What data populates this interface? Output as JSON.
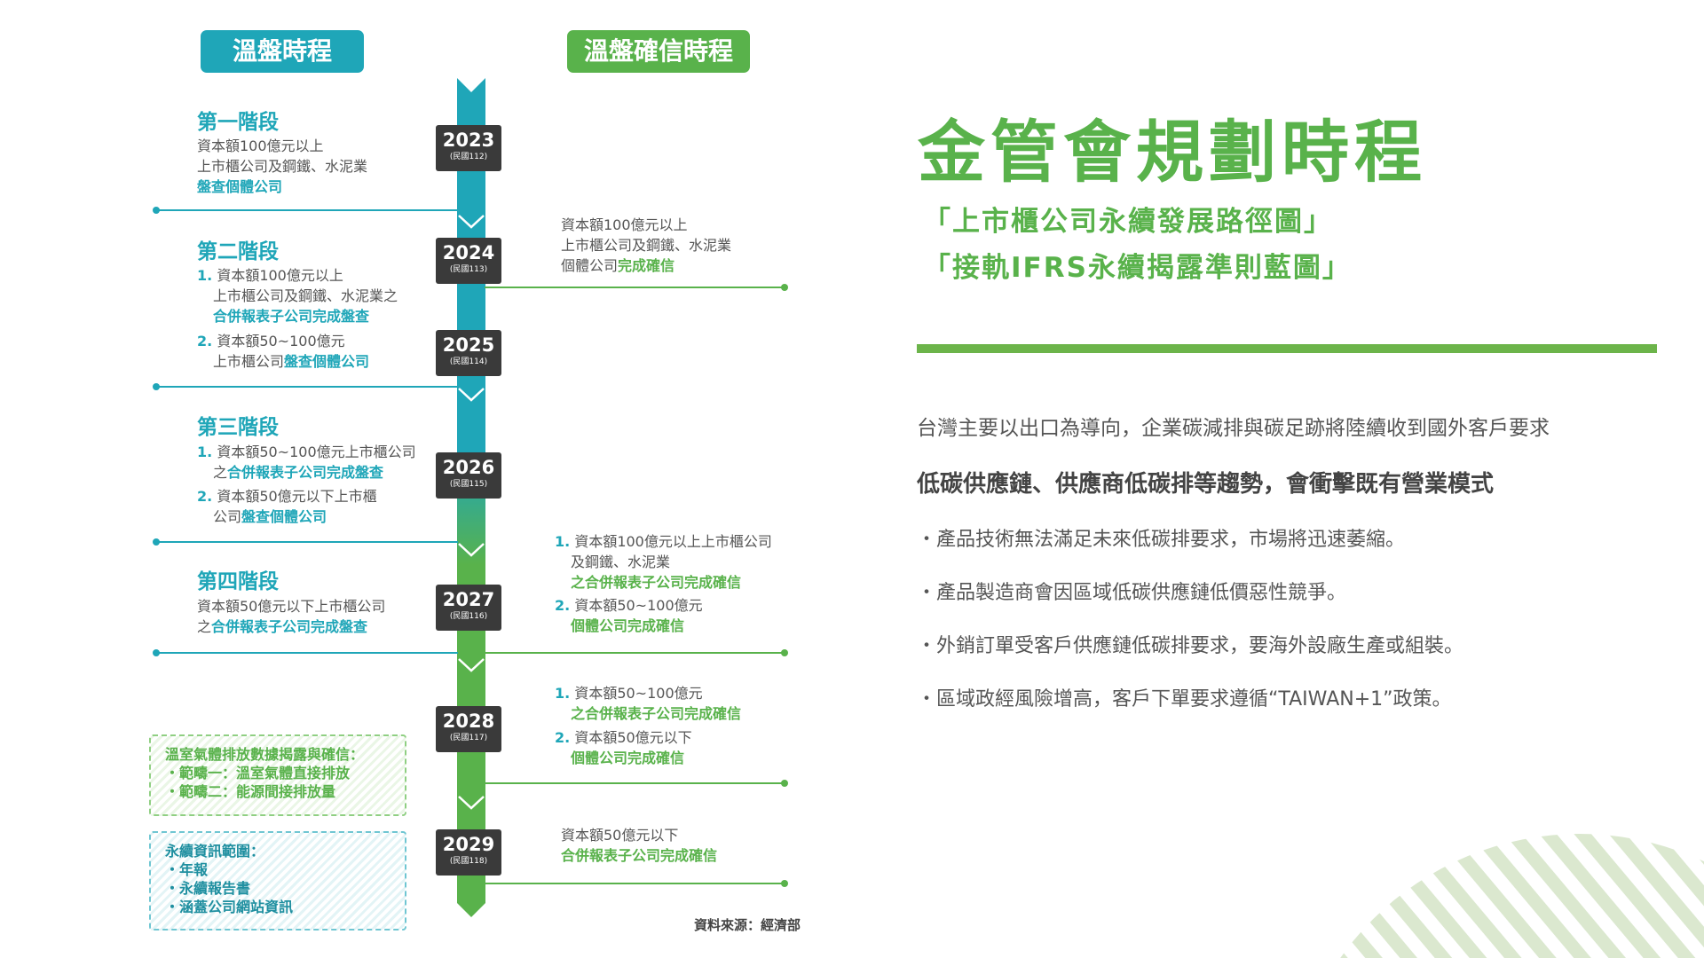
{
  "colors": {
    "teal": "#1fa6b8",
    "green": "#59b24b",
    "dark_label": "#3a3a3a",
    "gray_text": "#555555"
  },
  "left_header": "溫盤時程",
  "right_header": "溫盤確信時程",
  "stages": [
    {
      "title": "第一階段",
      "line1": "資本額100億元以上",
      "line2": "上市櫃公司及鋼鐵、水泥業",
      "line3": "盤查個體公司"
    },
    {
      "title": "第二階段",
      "item1_num": "1.",
      "item1_line1": "資本額100億元以上",
      "item1_line2": "上市櫃公司及鋼鐵、水泥業之",
      "item1_line3": "合併報表子公司完成盤查",
      "item2_num": "2.",
      "item2_line1": "資本額50~100億元",
      "item2_line2a": "上市櫃公司",
      "item2_line2b": "盤查個體公司"
    },
    {
      "title": "第三階段",
      "item1_num": "1.",
      "item1_line1": "資本額50~100億元上市櫃公司",
      "item1_line2a": "之",
      "item1_line2b": "合併報表子公司完成盤查",
      "item2_num": "2.",
      "item2_line1": "資本額50億元以下上市櫃",
      "item2_line2a": "公司",
      "item2_line2b": "盤查個體公司"
    },
    {
      "title": "第四階段",
      "line1": "資本額50億元以下上市櫃公司",
      "line2a": "之",
      "line2b": "合併報表子公司完成盤查"
    }
  ],
  "years": [
    {
      "year": "2023",
      "roc": "(民國112)"
    },
    {
      "year": "2024",
      "roc": "(民國113)"
    },
    {
      "year": "2025",
      "roc": "(民國114)"
    },
    {
      "year": "2026",
      "roc": "(民國115)"
    },
    {
      "year": "2027",
      "roc": "(民國116)"
    },
    {
      "year": "2028",
      "roc": "(民國117)"
    },
    {
      "year": "2029",
      "roc": "(民國118)"
    }
  ],
  "assurance": [
    {
      "line1": "資本額100億元以上",
      "line2": "上市櫃公司及鋼鐵、水泥業",
      "line3a": "個體公司",
      "line3b": "完成確信"
    },
    {
      "item1_num": "1.",
      "item1_line1": "資本額100億元以上上市櫃公司",
      "item1_line2": "及鋼鐵、水泥業",
      "item1_line3": "之合併報表子公司完成確信",
      "item2_num": "2.",
      "item2_line1": "資本額50~100億元",
      "item2_line2": "個體公司完成確信"
    },
    {
      "item1_num": "1.",
      "item1_line1": "資本額50~100億元",
      "item1_line2": "之合併報表子公司完成確信",
      "item2_num": "2.",
      "item2_line1": "資本額50億元以下",
      "item2_line2": "個體公司完成確信"
    },
    {
      "line1": "資本額50億元以下",
      "line2": "合併報表子公司完成確信"
    }
  ],
  "ghg_box": {
    "title": "溫室氣體排放數據揭露與確信：",
    "item1": "・範疇一：溫室氣體直接排放",
    "item2": "・範疇二：能源間接排放量"
  },
  "info_box": {
    "title": "永續資訊範圍：",
    "item1": "・年報",
    "item2": "・永續報告書",
    "item3": "・涵蓋公司網站資訊"
  },
  "source": "資料來源：經濟部",
  "right": {
    "title": "金管會規劃時程",
    "subtitle1": "「上市櫃公司永續發展路徑圖」",
    "subtitle2": "「接軌IFRS永續揭露準則藍圖」",
    "para1": "台灣主要以出口為導向，企業碳減排與碳足跡將陸續收到國外客戶要求",
    "para2": "低碳供應鏈、供應商低碳排等趨勢，會衝擊既有營業模式",
    "bullets": [
      "・產品技術無法滿足未來低碳排要求，市場將迅速萎縮。",
      "・產品製造商會因區域低碳供應鏈低價惡性競爭。",
      "・外銷訂單受客戶供應鏈低碳排要求，要海外設廠生產或組裝。",
      "・區域政經風險增高，客戶下單要求遵循“TAIWAN+1”政策。"
    ]
  }
}
